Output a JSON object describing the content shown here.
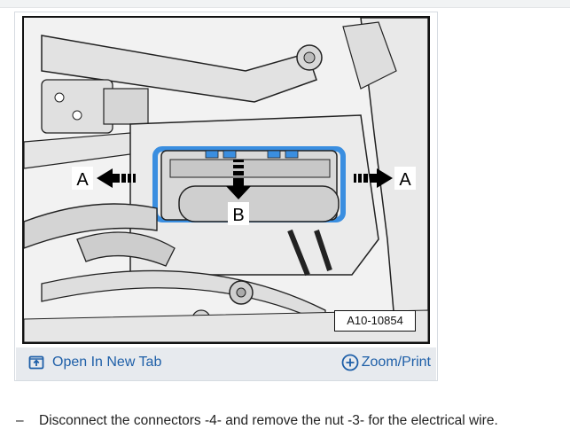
{
  "figure": {
    "callouts": {
      "left": "A",
      "right": "A",
      "bottom": "B"
    },
    "image_label": "A10-10854"
  },
  "figure_actions": {
    "open_new_tab": {
      "label": "Open In New Tab",
      "icon": "open-new-tab-icon"
    },
    "zoom_print": {
      "label": "Zoom/Print",
      "icon": "zoom-plus-icon"
    }
  },
  "instruction": {
    "bullet": "–",
    "text": "Disconnect the connectors -4- and remove the nut -3- for the electrical wire."
  },
  "colors": {
    "link": "#1e5fa8",
    "highlight": "#3a8ee0"
  }
}
